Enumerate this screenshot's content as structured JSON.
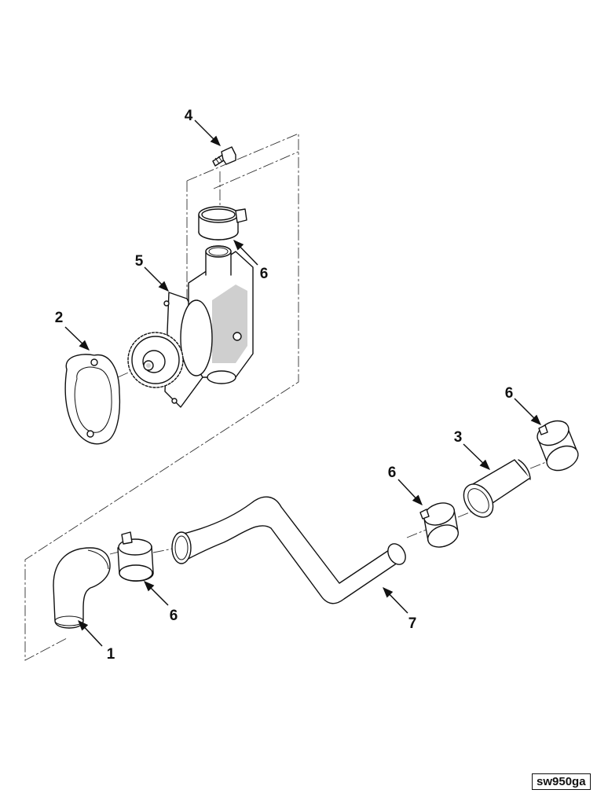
{
  "figure_id": "sw950ga",
  "callouts": [
    {
      "id": "c1",
      "label": "1",
      "part": "elbow-hose"
    },
    {
      "id": "c2",
      "label": "2",
      "part": "gasket"
    },
    {
      "id": "c3",
      "label": "3",
      "part": "straight-hose"
    },
    {
      "id": "c4",
      "label": "4",
      "part": "capscrew"
    },
    {
      "id": "c5",
      "label": "5",
      "part": "water-pump"
    },
    {
      "id": "c6a",
      "label": "6",
      "part": "clamp-top"
    },
    {
      "id": "c6b",
      "label": "6",
      "part": "clamp-right"
    },
    {
      "id": "c6c",
      "label": "6",
      "part": "clamp-middle"
    },
    {
      "id": "c6d",
      "label": "6",
      "part": "clamp-left"
    },
    {
      "id": "c7",
      "label": "7",
      "part": "water-tube"
    }
  ]
}
